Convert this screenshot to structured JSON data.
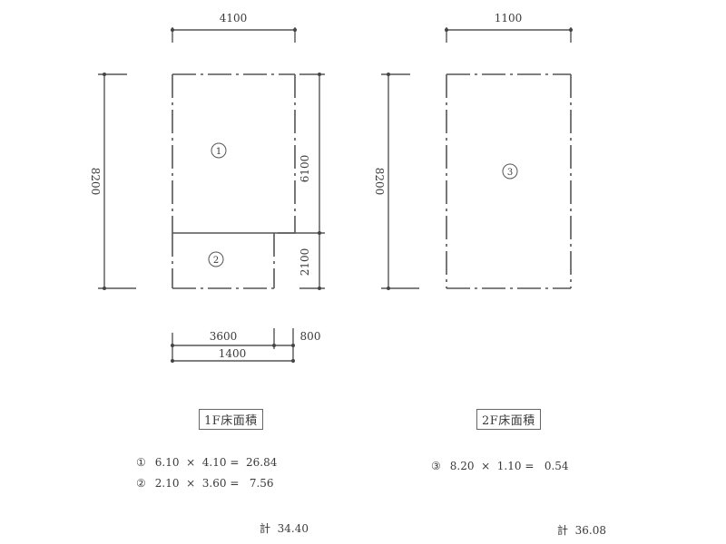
{
  "floor1": {
    "dimensions": {
      "top_width": "4100",
      "total_height": "8200",
      "upper_height": "6100",
      "lower_height": "2100",
      "bottom_width_a": "3600",
      "bottom_width_b": "800",
      "bottom_width_total": "1400"
    },
    "area_labels": [
      "①",
      "②"
    ],
    "caption": "1F床面積",
    "calculations": [
      {
        "marker": "①",
        "formula": "6.10  ×  4.10 =  26.84"
      },
      {
        "marker": "②",
        "formula": "2.10  ×  3.60 =   7.56"
      }
    ],
    "total": "計  34.40"
  },
  "floor2": {
    "dimensions": {
      "top_width": "1100",
      "total_height": "8200"
    },
    "area_labels": [
      "③"
    ],
    "caption": "2F床面積",
    "calculations": [
      {
        "marker": "③",
        "formula": "8.20  ×  1.10 =   0.54"
      }
    ],
    "total": "計  36.08"
  },
  "colors": {
    "ink": "#3a3a3a",
    "line": "#555555"
  }
}
